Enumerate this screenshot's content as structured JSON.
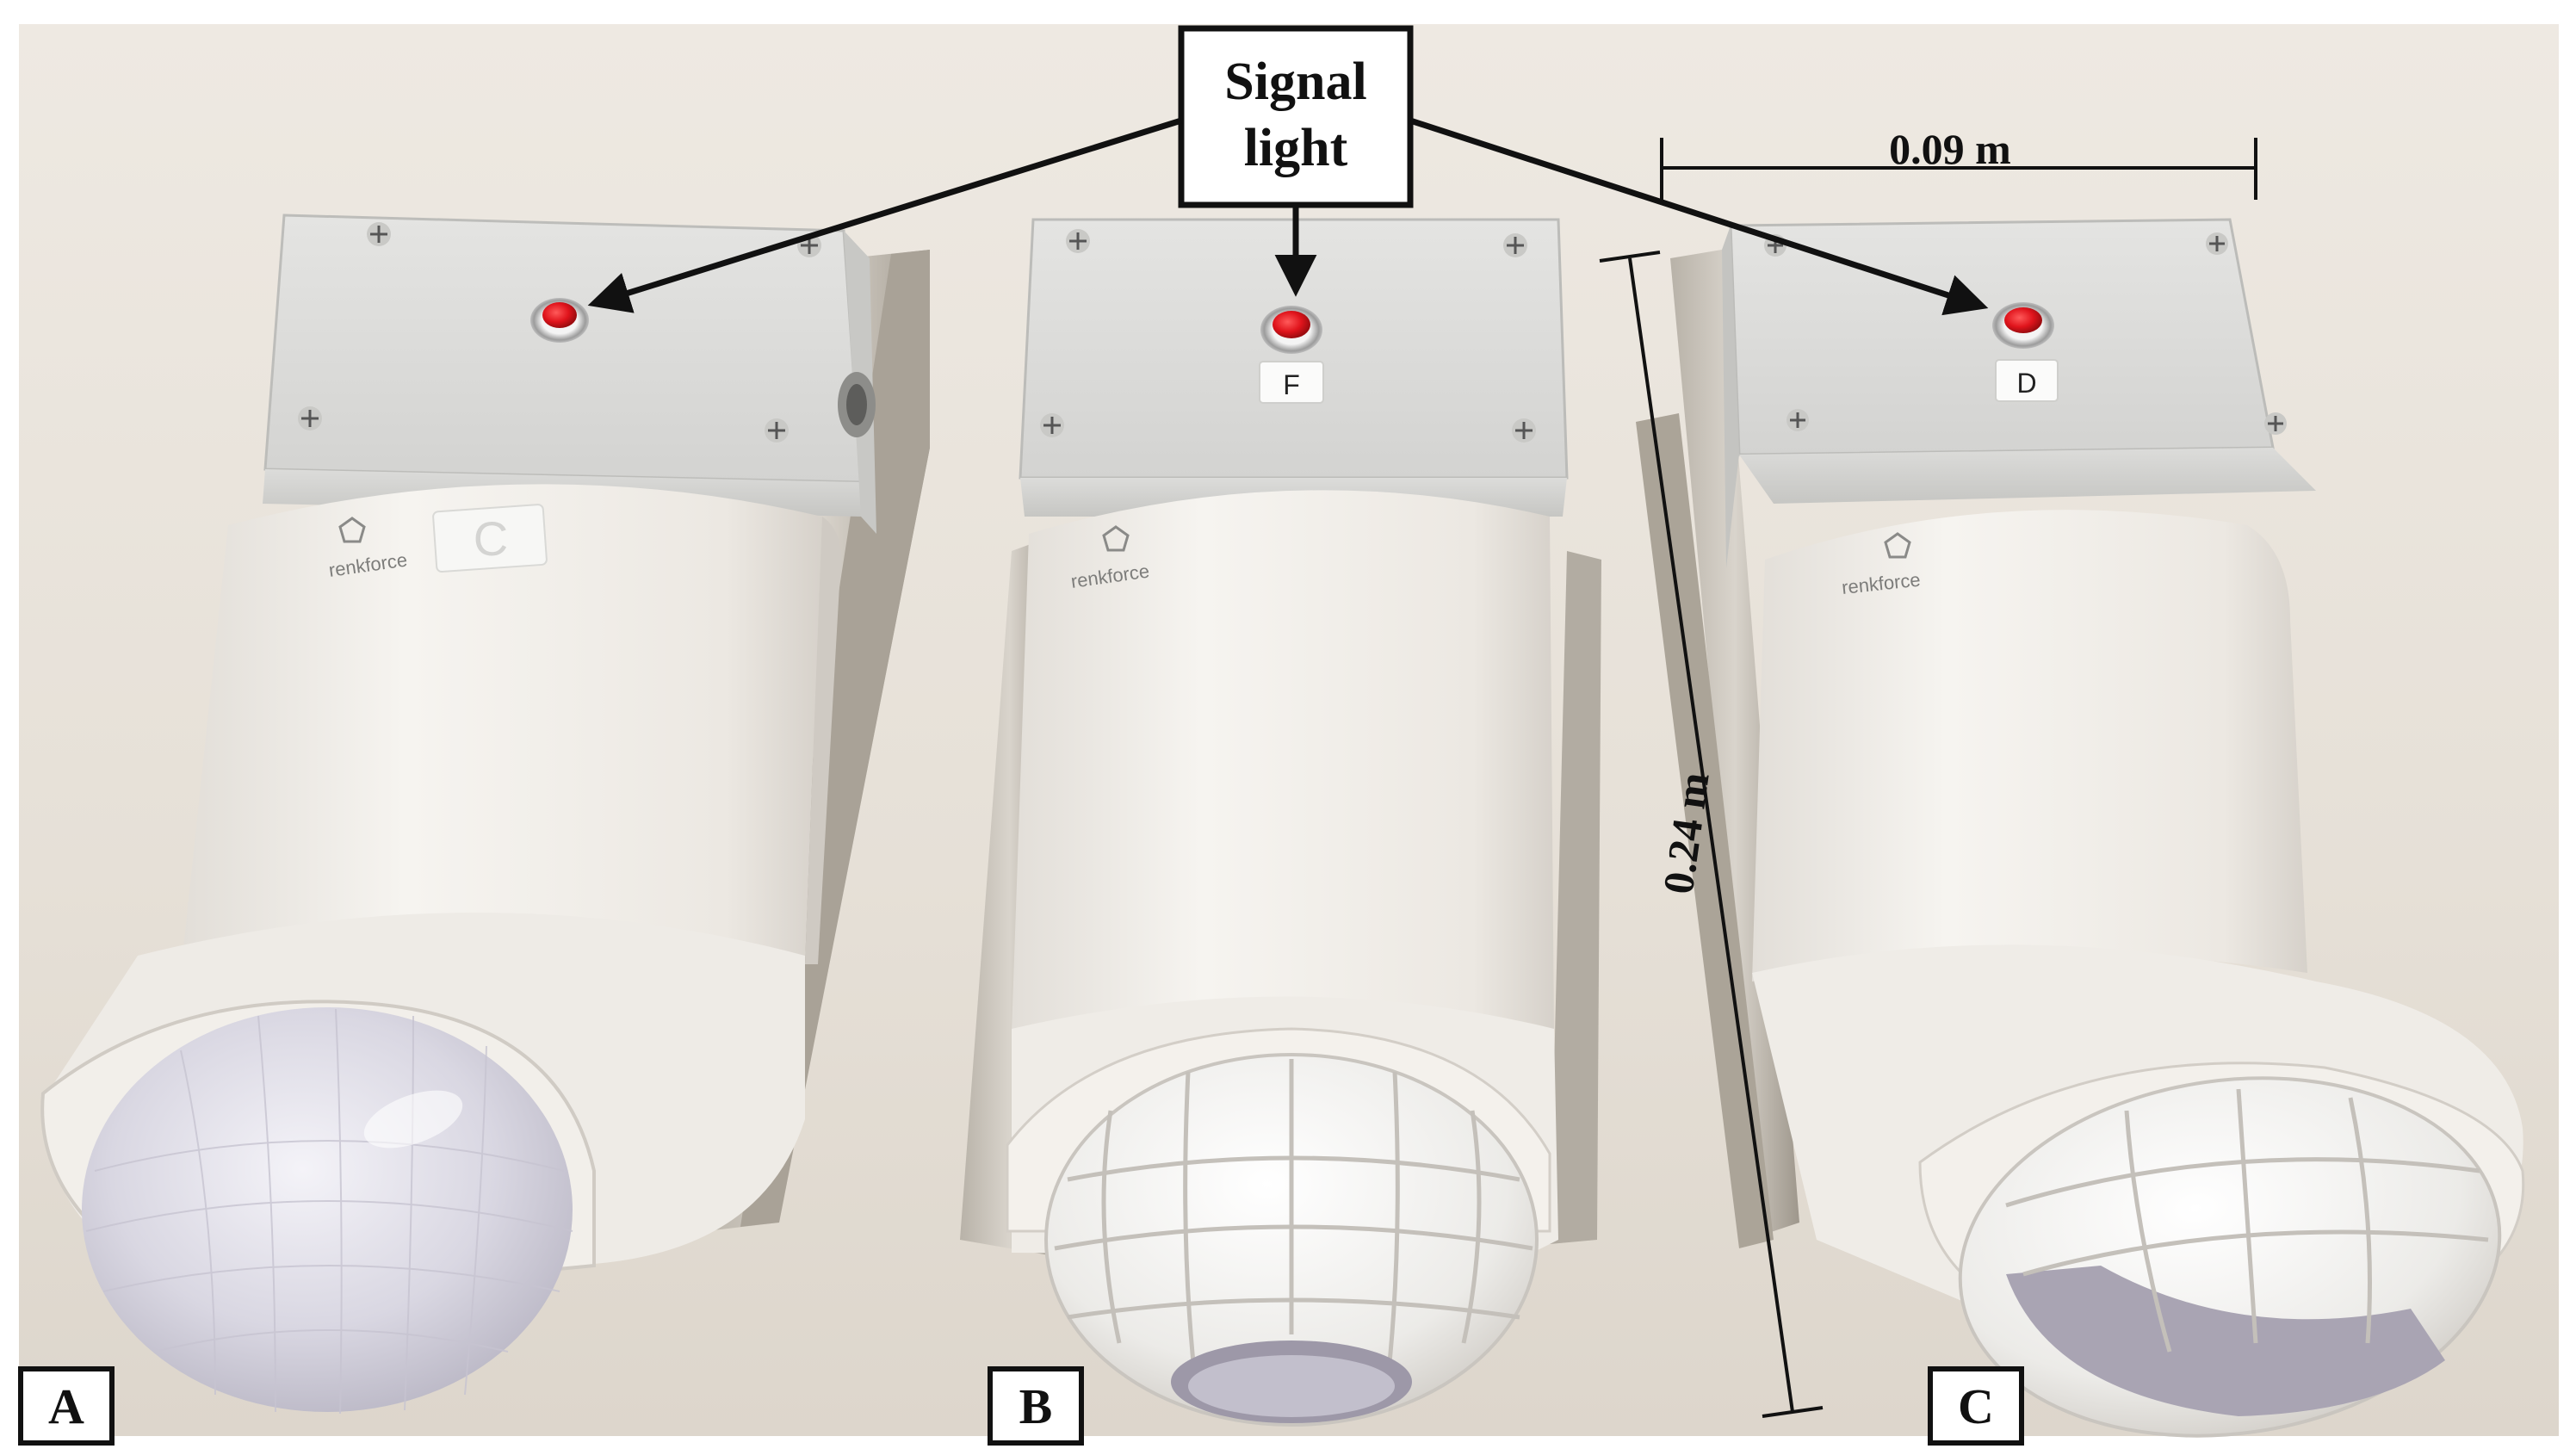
{
  "callout": {
    "line1": "Signal",
    "line2": "light"
  },
  "dimensions": {
    "width": "0.09 m",
    "height": "0.24 m"
  },
  "panels": [
    {
      "letter": "A",
      "sticker": "C",
      "brand": "renkforce"
    },
    {
      "letter": "B",
      "sticker": "F",
      "brand": "renkforce"
    },
    {
      "letter": "C",
      "sticker": "D",
      "brand": "renkforce"
    }
  ],
  "colors": {
    "background": "#e9e4dc",
    "housing": "#eeeae4",
    "signal_light": "#e0141c",
    "annotation": "#111111"
  }
}
